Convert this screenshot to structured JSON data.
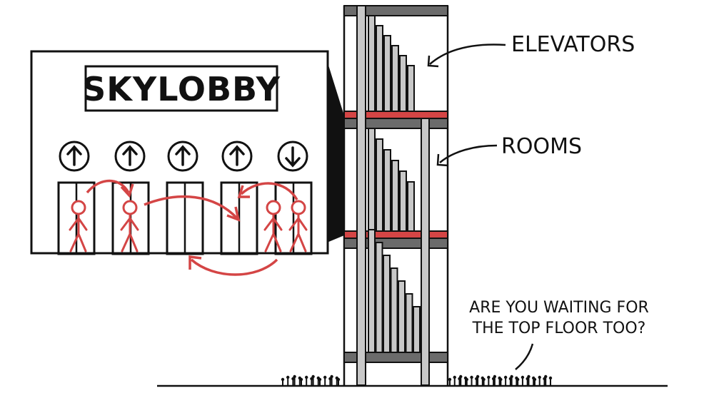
{
  "callout": {
    "sign": "SKYLOBBY",
    "buttons": [
      {
        "direction": "up",
        "icon": "up-arrow-icon"
      },
      {
        "direction": "up",
        "icon": "up-arrow-icon"
      },
      {
        "direction": "up",
        "icon": "up-arrow-icon"
      },
      {
        "direction": "up",
        "icon": "up-arrow-icon"
      },
      {
        "direction": "down",
        "icon": "down-arrow-icon"
      }
    ]
  },
  "labels": {
    "elevators": "ELEVATORS",
    "rooms": "ROOMS"
  },
  "speech": {
    "line1": "ARE YOU WAITING FOR",
    "line2": "THE TOP FLOOR TOO?"
  },
  "colors": {
    "ink": "#111111",
    "person_red": "#d44545",
    "lobby_red": "#d44545",
    "slab_gray": "#6b6b6b",
    "shaft_gray": "#c8c8c8"
  }
}
